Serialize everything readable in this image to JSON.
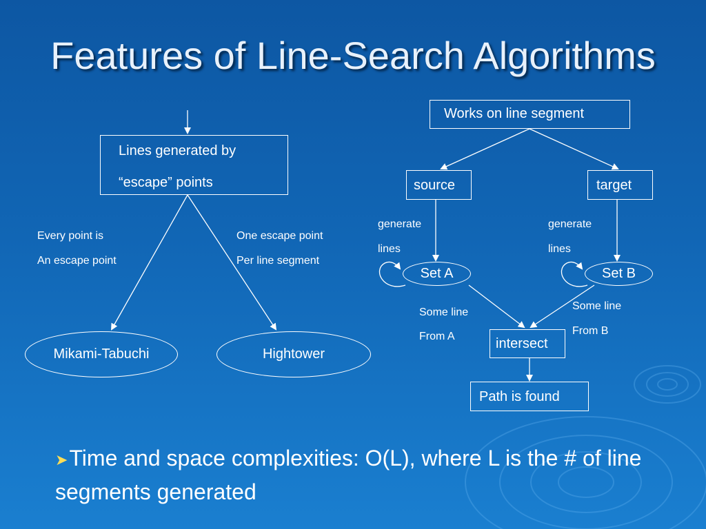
{
  "slide": {
    "title": "Features of Line-Search Algorithms",
    "bullet_text": "Time and space complexities: O(L), where L is the # of line segments generated"
  },
  "diagram": {
    "left": {
      "root_line1": "Lines generated by",
      "root_line2": "“escape” points",
      "left_label_line1": "Every point is",
      "left_label_line2": "An escape point",
      "right_label_line1": "One escape point",
      "right_label_line2": "Per line segment",
      "left_leaf": "Mikami-Tabuchi",
      "right_leaf": "Hightower"
    },
    "right": {
      "root": "Works on line segment",
      "source": "source",
      "target": "target",
      "gen_a_line1": "generate",
      "gen_a_line2": "lines",
      "gen_b_line1": "generate",
      "gen_b_line2": "lines",
      "set_a": "Set A",
      "set_b": "Set B",
      "from_a_line1": "Some line",
      "from_a_line2": "From A",
      "from_b_line1": "Some line",
      "from_b_line2": "From B",
      "intersect": "intersect",
      "result": "Path is found"
    }
  },
  "colors": {
    "background": "#1166b5",
    "text": "#ffffff",
    "bullet_arrow": "#ffdd55"
  }
}
